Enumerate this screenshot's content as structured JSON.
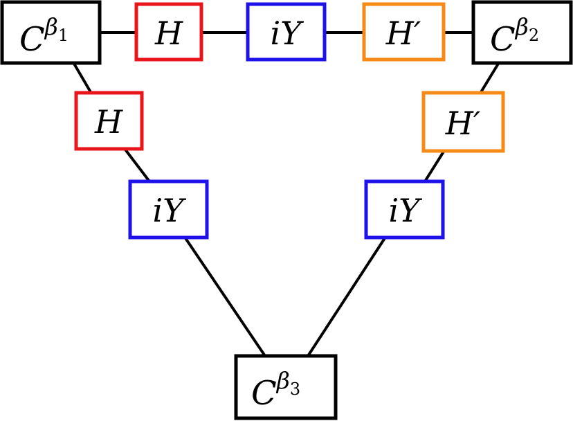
{
  "colors": {
    "black": "#000000",
    "red": "#e8161b",
    "blue": "#1f12e8",
    "orange": "#f58a16"
  },
  "nodes": {
    "c1": {
      "main": "C",
      "sup": "β",
      "sub": "1",
      "color": "#000000"
    },
    "c2": {
      "main": "C",
      "sup": "β",
      "sub": "2",
      "color": "#000000"
    },
    "c3": {
      "main": "C",
      "sup": "β",
      "sub": "3",
      "color": "#000000"
    },
    "top_h": {
      "label": "H",
      "color": "#e8161b"
    },
    "top_iy": {
      "label": "iY",
      "color": "#1f12e8"
    },
    "top_hp": {
      "label": "H′",
      "color": "#f58a16"
    },
    "left_h": {
      "label": "H",
      "color": "#e8161b"
    },
    "left_iy": {
      "label": "iY",
      "color": "#1f12e8"
    },
    "right_hp": {
      "label": "H′",
      "color": "#f58a16"
    },
    "right_iy": {
      "label": "iY",
      "color": "#1f12e8"
    }
  }
}
